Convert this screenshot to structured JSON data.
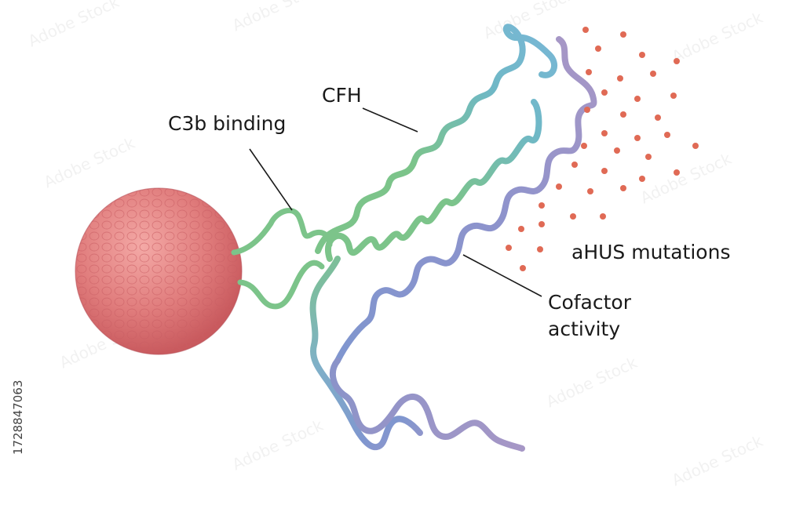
{
  "labels": {
    "c3b_binding": "C3b binding",
    "cfh": "CFH",
    "ahus_mutations": "aHUS mutations",
    "cofactor_line1": "Cofactor",
    "cofactor_line2": "activity"
  },
  "watermark": {
    "stock_id": "1728847063",
    "pattern_text": "Adobe Stock"
  },
  "colors": {
    "cell_fill": "#e07c7c",
    "cell_dark": "#c95a5e",
    "strand_green": "#7cc48a",
    "strand_teal": "#6fb8c6",
    "strand_blue": "#7f96cf",
    "strand_purple": "#a797c6",
    "dot_red": "#e06a55"
  }
}
